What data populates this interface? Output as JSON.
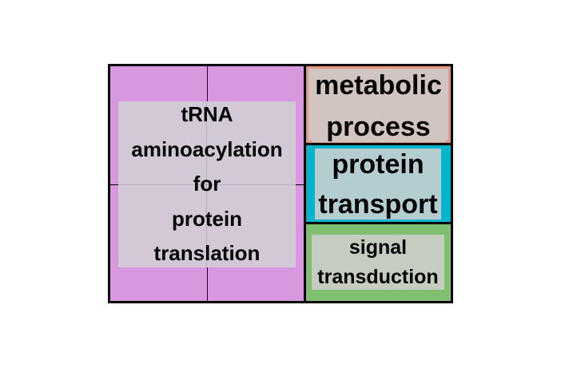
{
  "chart_data": {
    "type": "treemap",
    "tiles": [
      {
        "lines": [
          "tRNA",
          "aminoacylation",
          "for",
          "protein",
          "translation"
        ],
        "fill": "#d898e0",
        "label_bg": "#d2c8d6"
      },
      {
        "lines": [
          "metabolic",
          "process"
        ],
        "fill": "#d2c4c0",
        "border": "#e8967a",
        "label_bg": "#d2c4c0"
      },
      {
        "lines": [
          "protein",
          "transport"
        ],
        "fill": "#00b4cc",
        "border": "#00b4cc",
        "label_bg": "#b4cdd0"
      },
      {
        "lines": [
          "signal",
          "transduction"
        ],
        "fill": "#80bf70",
        "border": "#80bf70",
        "label_bg": "#c4cdc0"
      }
    ]
  }
}
